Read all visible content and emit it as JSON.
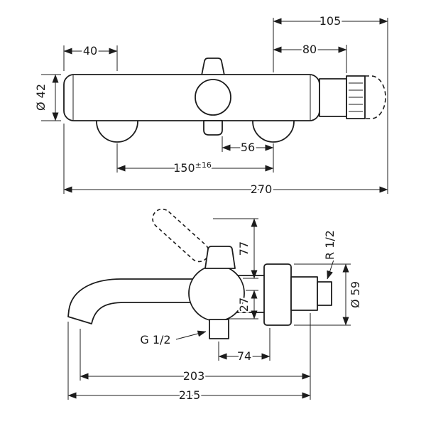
{
  "view_top": {
    "dim_40": "40",
    "dim_80": "80",
    "dim_105": "105",
    "dia_42": "Ø 42",
    "dim_56": "56",
    "dim_150_value": "150",
    "dim_150_tolerance": "±16",
    "dim_270": "270"
  },
  "view_side": {
    "dim_77": "77",
    "dim_27": "27",
    "thread_wall": "R 1/2",
    "dia_59": "Ø 59",
    "thread_outlet": "G 1/2",
    "dim_74": "74",
    "dim_203": "203",
    "dim_215": "215"
  },
  "colors": {
    "line": "#1c1c1c",
    "background": "#ffffff"
  }
}
